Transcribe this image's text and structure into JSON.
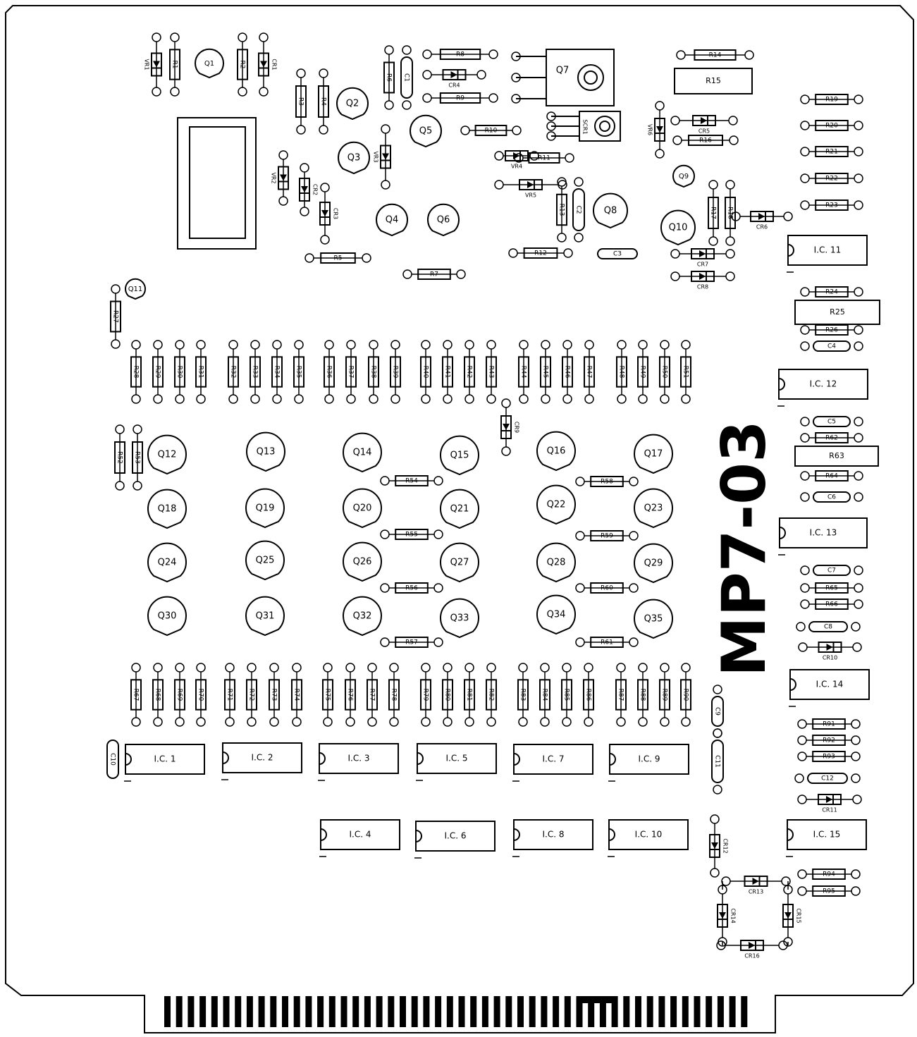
{
  "board": {
    "title": "MP7-03"
  },
  "transistors": [
    "Q1",
    "Q2",
    "Q3",
    "Q4",
    "Q5",
    "Q6",
    "Q7",
    "Q8",
    "Q9",
    "Q10",
    "Q11",
    "Q12",
    "Q13",
    "Q14",
    "Q15",
    "Q16",
    "Q17",
    "Q18",
    "Q19",
    "Q20",
    "Q21",
    "Q22",
    "Q23",
    "Q24",
    "Q25",
    "Q26",
    "Q27",
    "Q28",
    "Q29",
    "Q30",
    "Q31",
    "Q32",
    "Q33",
    "Q34",
    "Q35"
  ],
  "ics": [
    "I.C.1",
    "I.C.2",
    "I.C.3",
    "I.C.4",
    "I.C.5",
    "I.C.6",
    "I.C.7",
    "I.C.8",
    "I.C.9",
    "I.C.10",
    "I.C.11",
    "I.C.12",
    "I.C.13",
    "I.C.14",
    "I.C.15"
  ],
  "resistor_rows": {
    "top": [
      "R28",
      "R29",
      "R30",
      "R31",
      "R32",
      "R33",
      "R34",
      "R35",
      "R36",
      "R37",
      "R38",
      "R39",
      "R40",
      "R41",
      "R42",
      "R43",
      "R44",
      "R45",
      "R46",
      "R47",
      "R48",
      "R49",
      "R50",
      "R51"
    ],
    "bottom": [
      "R67",
      "R68",
      "R69",
      "R70",
      "R71",
      "R72",
      "R73",
      "R74",
      "R75",
      "R76",
      "R77",
      "R78",
      "R79",
      "R80",
      "R81",
      "R82",
      "R83",
      "R84",
      "R85",
      "R86",
      "R87",
      "R88",
      "R89",
      "R90"
    ]
  },
  "misc_resistors": [
    "R1",
    "R2",
    "R3",
    "R4",
    "R5",
    "R6",
    "R7",
    "R8",
    "R9",
    "R10",
    "R11",
    "R12",
    "R13",
    "R14",
    "R15",
    "R16",
    "R17",
    "R18",
    "R19",
    "R20",
    "R21",
    "R22",
    "R23",
    "R24",
    "R25",
    "R26",
    "R27",
    "R52",
    "R53",
    "R54",
    "R55",
    "R56",
    "R57",
    "R58",
    "R59",
    "R60",
    "R61",
    "R62",
    "R63",
    "R64",
    "R65",
    "R66",
    "R91",
    "R92",
    "R93",
    "R94",
    "R95"
  ],
  "capacitors": [
    "C1",
    "C2",
    "C3",
    "C4",
    "C5",
    "C6",
    "C7",
    "C8",
    "C9",
    "C10",
    "C11",
    "C12"
  ],
  "diodes": [
    "CR1",
    "CR2",
    "CR3",
    "CR4",
    "CR5",
    "CR6",
    "CR7",
    "CR8",
    "CR9",
    "CR10",
    "CR11",
    "CR12",
    "CR13",
    "CR14",
    "CR15",
    "CR16"
  ],
  "zeners": [
    "VR1",
    "VR2",
    "VR3",
    "VR4",
    "VR5",
    "VR6"
  ],
  "other": [
    "SCR1"
  ]
}
